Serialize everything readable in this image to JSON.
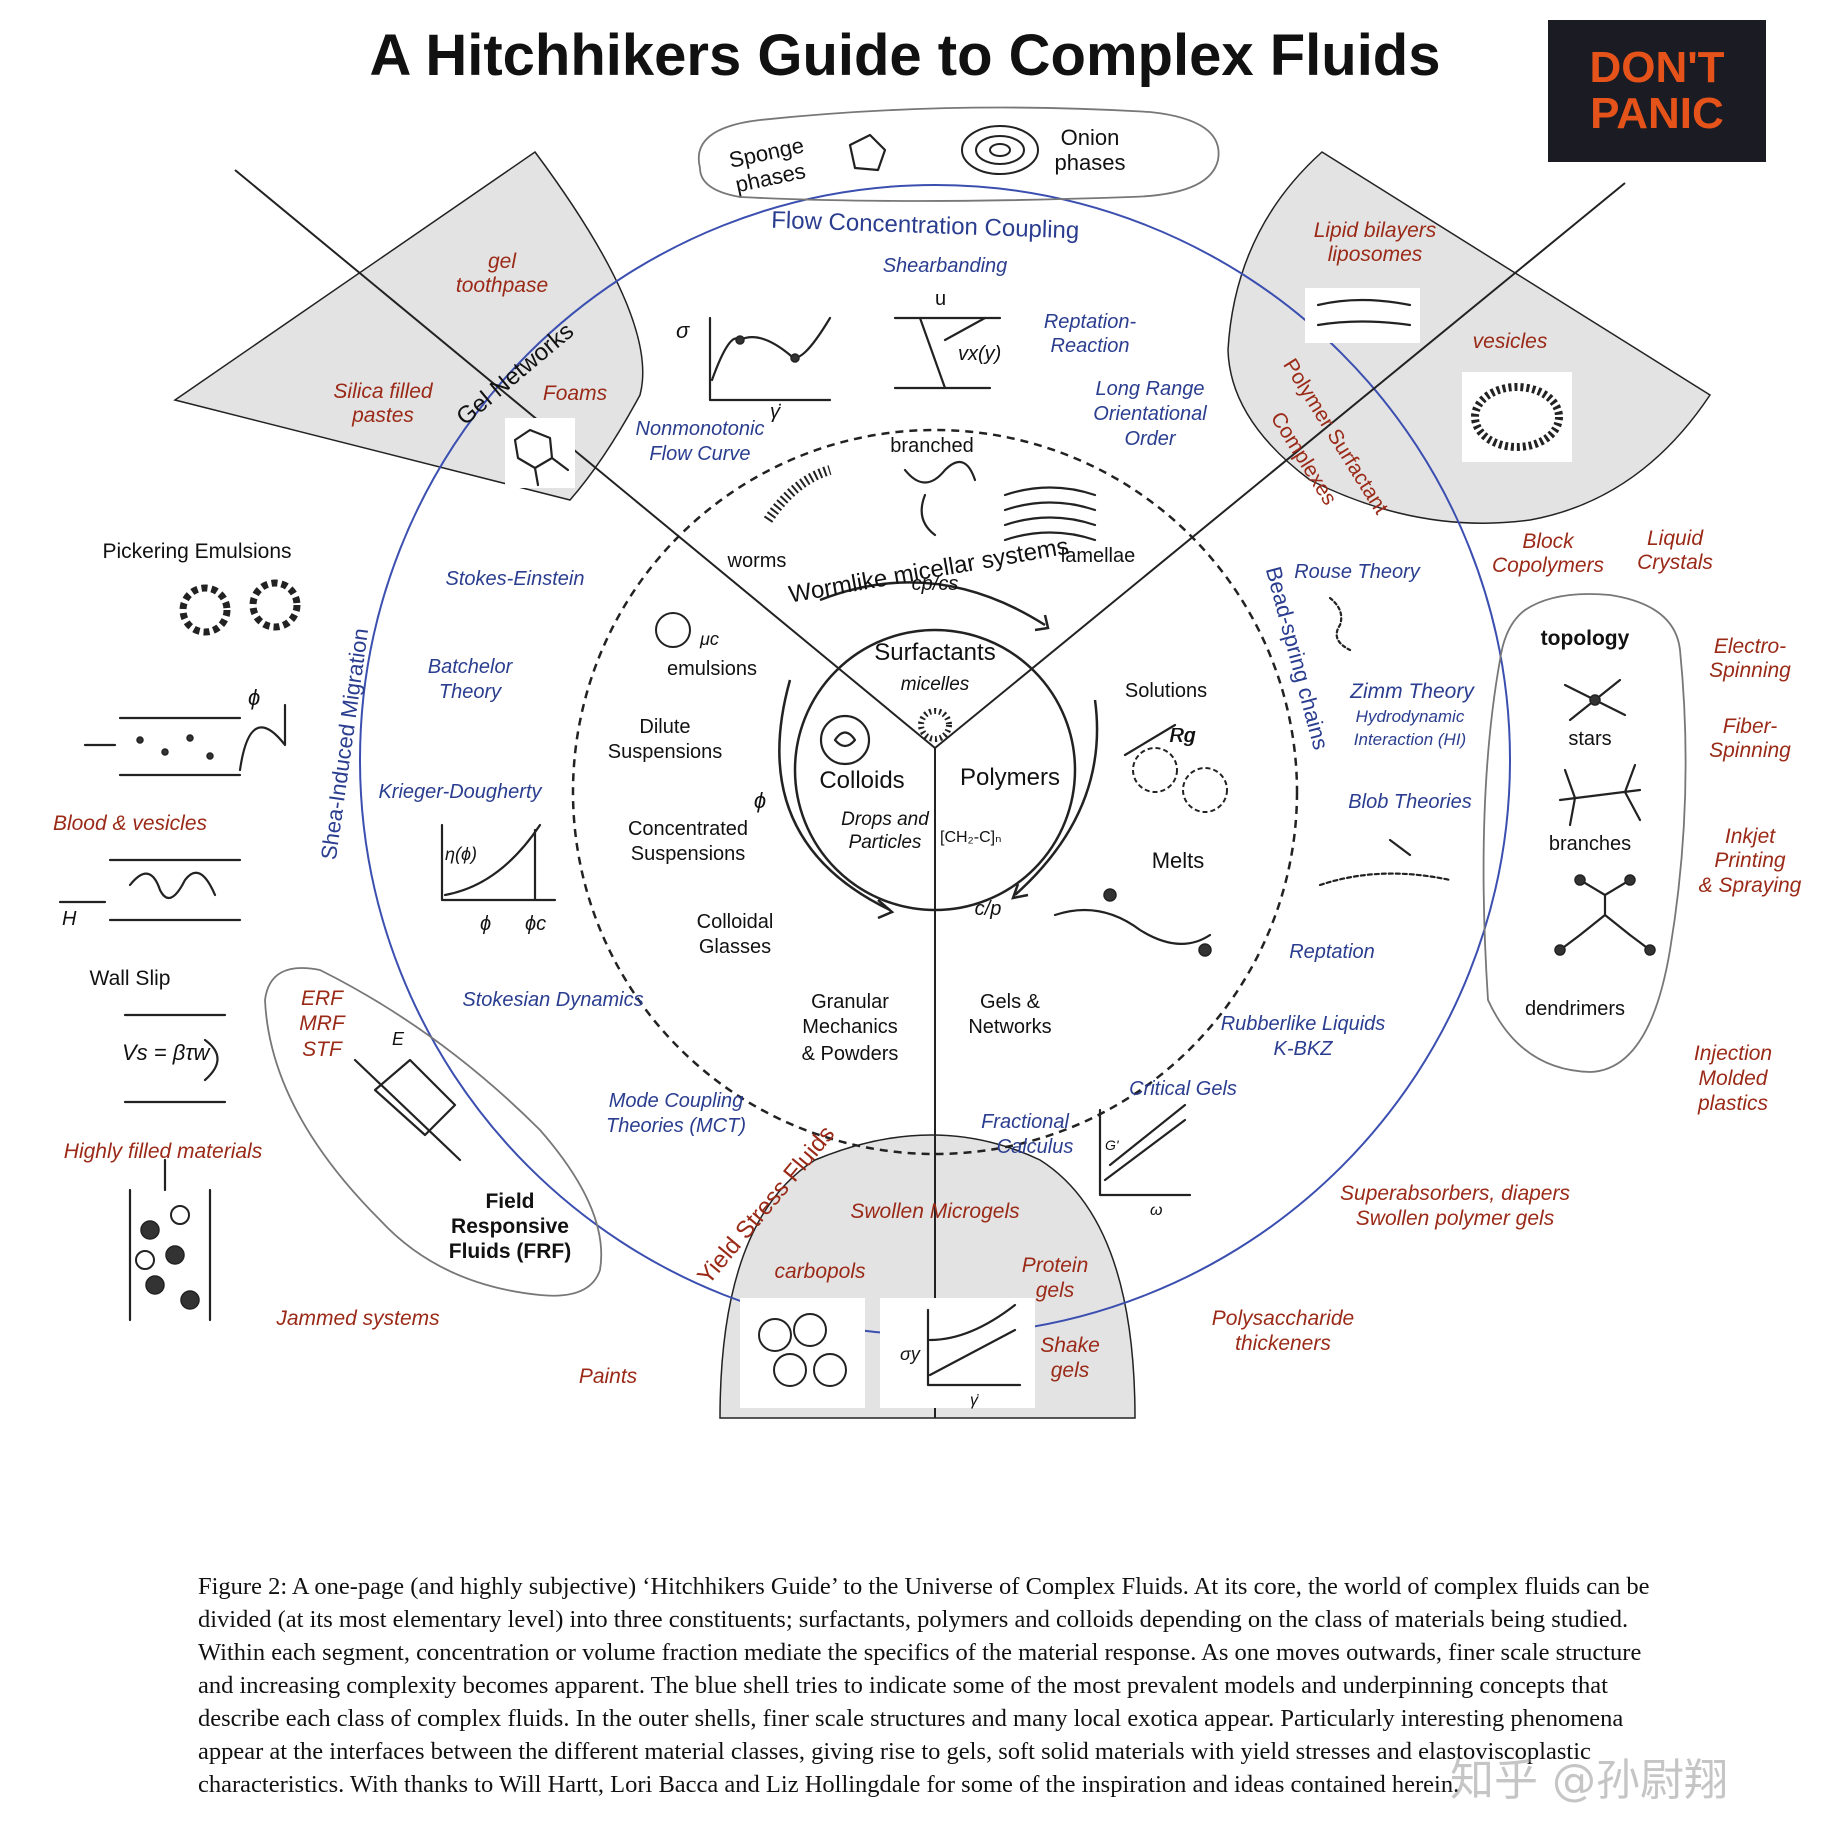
{
  "header": {
    "title": "A Hitchhikers Guide to Complex Fluids",
    "badge_line1": "DON'T",
    "badge_line2": "PANIC"
  },
  "core": {
    "surfactants": "Surfactants",
    "micelles": "micelles",
    "colloids": "Colloids",
    "drops_particles": [
      "Drops and",
      "Particles"
    ],
    "polymers": "Polymers",
    "cp_cs": "cp/cs",
    "phi": "ϕ",
    "c_p": "c/p"
  },
  "middle": {
    "worms": "worms",
    "branched": "branched",
    "lamellae": "lamellae",
    "wormlike": "Wormlike micellar systems",
    "emulsions": "emulsions",
    "dilute": [
      "Dilute",
      "Suspensions"
    ],
    "concentrated": [
      "Concentrated",
      "Suspensions"
    ],
    "colloidal_glasses": [
      "Colloidal",
      "Glasses"
    ],
    "granular": [
      "Granular",
      "Mechanics",
      "& Powders"
    ],
    "gels_networks": [
      "Gels &",
      "Networks"
    ],
    "solutions": "Solutions",
    "melts": "Melts",
    "rg": "Rg"
  },
  "blue_shell": {
    "flow_concentration": "Flow Concentration Coupling",
    "shearbanding": "Shearbanding",
    "reptation_reaction": [
      "Reptation-",
      "Reaction"
    ],
    "long_range": [
      "Long Range",
      "Orientational",
      "Order"
    ],
    "nonmonotonic": [
      "Nonmonotonic",
      "Flow Curve"
    ],
    "stokes_einstein": "Stokes-Einstein",
    "batchelor": [
      "Batchelor",
      "Theory"
    ],
    "krieger": "Krieger-Dougherty",
    "stokesian": "Stokesian Dynamics",
    "mode_coupling": [
      "Mode Coupling",
      "Theories (MCT)"
    ],
    "fractional": [
      "Fractional",
      "Calculus"
    ],
    "critical_gels": "Critical Gels",
    "rubberlike": [
      "Rubberlike Liquids",
      "K-BKZ"
    ],
    "reptation": "Reptation",
    "blob": "Blob Theories",
    "zimm": "Zimm Theory",
    "hydrodynamic": [
      "Hydrodynamic",
      "Interaction (HI)"
    ],
    "rouse": "Rouse Theory",
    "bead_spring": "Bead-spring chains",
    "shear_induced": "Shea-Induced Migration",
    "yield_stress": "Yield Stress Fluids"
  },
  "outer": {
    "sponge": [
      "Sponge",
      "phases"
    ],
    "onion": [
      "Onion",
      "phases"
    ],
    "gel_toothpaste": [
      "gel",
      "toothpase"
    ],
    "gel_networks": "Gel Networks",
    "silica": [
      "Silica filled",
      "pastes"
    ],
    "foams": "Foams",
    "lipid": [
      "Lipid bilayers",
      "liposomes"
    ],
    "vesicles": "vesicles",
    "polymer_surfactant": [
      "Polymer Surfactant",
      "Complexes"
    ],
    "block_copolymers": [
      "Block",
      "Copolymers"
    ],
    "liquid_crystals": [
      "Liquid",
      "Crystals"
    ],
    "pickering": "Pickering Emulsions",
    "blood": "Blood & vesicles",
    "wall_slip": "Wall Slip",
    "highly_filled": "Highly filled materials",
    "jammed": "Jammed systems",
    "paints": "Paints",
    "erf": [
      "ERF",
      "MRF",
      "STF"
    ],
    "frf": [
      "Field",
      "Responsive",
      "Fluids (FRF)"
    ],
    "topology": "topology",
    "stars": "stars",
    "branches": "branches",
    "dendrimers": "dendrimers",
    "electro": [
      "Electro-",
      "Spinning"
    ],
    "fiber": [
      "Fiber-",
      "Spinning"
    ],
    "inkjet": [
      "Inkjet",
      "Printing",
      "& Spraying"
    ],
    "injection": [
      "Injection",
      "Molded",
      "plastics"
    ],
    "superabsorbers": [
      "Superabsorbers, diapers",
      "Swollen polymer gels"
    ],
    "polysaccharide": [
      "Polysaccharide",
      "thickeners"
    ],
    "swollen_microgels": "Swollen Microgels",
    "carbopols": "carbopols",
    "protein_gels": [
      "Protein",
      "gels"
    ],
    "shake_gels": [
      "Shake",
      "gels"
    ]
  },
  "caption": "Figure 2: A one-page (and highly subjective) ‘Hitchhikers Guide’ to the Universe of Complex Fluids. At its core, the world of complex fluids can be divided (at its most elementary level) into three constituents; surfactants, polymers and colloids depending on the class of materials being studied. Within each segment, concentration or volume fraction mediate the specifics of the material response. As one moves outwards, finer scale structure and increasing complexity becomes apparent. The blue shell tries to indicate some of the most prevalent models and underpinning concepts that describe each class of complex fluids. In the outer shells, finer scale structures and many local exotica appear. Particularly interesting phenomena appear at the interfaces between the different material classes, giving rise to gels, soft solid materials with yield stresses and elastoviscoplastic characteristics. With thanks to Will Hartt, Lori Bacca and Liz Hollingdale for some of the inspiration and ideas contained herein.",
  "watermark": "知乎 @孙尉翔",
  "colors": {
    "blue_text": "#2a3d8f",
    "red_text": "#9a2a17",
    "shell_blue": "#3b4fb0",
    "sector_grey": "#e3e3e3"
  }
}
